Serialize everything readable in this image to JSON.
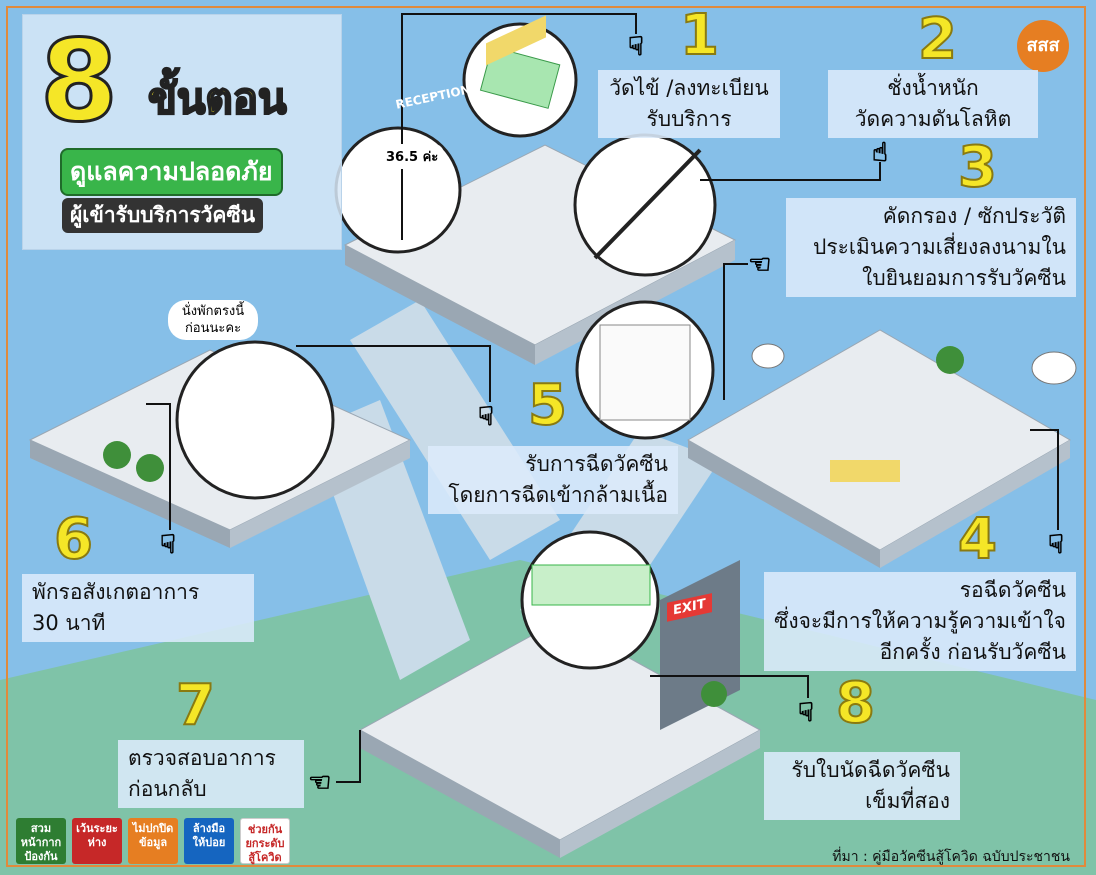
{
  "title": {
    "number": "8",
    "main": "ขั้นตอน",
    "sub1": "ดูแลความปลอดภัย",
    "sub2": "ผู้เข้ารับบริการวัคซีน"
  },
  "logo": "สสส",
  "steps": [
    {
      "num": "1",
      "lines": [
        "วัดไข้ /ลงทะเบียน",
        "รับบริการ"
      ]
    },
    {
      "num": "2",
      "lines": [
        "ชั่งน้ำหนัก",
        "วัดความดันโลหิต"
      ]
    },
    {
      "num": "3",
      "lines": [
        "คัดกรอง / ซักประวัติ",
        "ประเมินความเสี่ยงลงนามใน",
        "ใบยินยอมการรับวัคซีน"
      ]
    },
    {
      "num": "4",
      "lines": [
        "รอฉีดวัคซีน",
        "ซึ่งจะมีการให้ความรู้ความเข้าใจ",
        "อีกครั้ง ก่อนรับวัคซีน"
      ]
    },
    {
      "num": "5",
      "lines": [
        "รับการฉีดวัคซีน",
        "โดยการฉีดเข้ากล้ามเนื้อ"
      ]
    },
    {
      "num": "6",
      "lines": [
        "พักรอสังเกตอาการ",
        "30 นาที"
      ]
    },
    {
      "num": "7",
      "lines": [
        "ตรวจสอบอาการ",
        "ก่อนกลับ"
      ]
    },
    {
      "num": "8",
      "lines": [
        "รับใบนัดฉีดวัคซีน",
        "เข็มที่สอง"
      ]
    }
  ],
  "scene": {
    "temperature": "36.5 ค่ะ",
    "rest_bubble": [
      "นั่งพักตรงนี้",
      "ก่อนนะคะ"
    ],
    "exit": "EXIT",
    "reception": "RECEPTION"
  },
  "badges": [
    {
      "lines": [
        "สวม",
        "หน้ากาก",
        "ป้องกัน"
      ],
      "color": "#2e7d32"
    },
    {
      "lines": [
        "เว้นระยะ",
        "ห่าง"
      ],
      "color": "#c62828"
    },
    {
      "lines": [
        "ไม่ปกปิด",
        "ข้อมูล"
      ],
      "color": "#e67e22"
    },
    {
      "lines": [
        "ล้างมือ",
        "ให้บ่อย"
      ],
      "color": "#1565c0"
    },
    {
      "lines": [
        "ช่วยกัน",
        "ยกระดับ",
        "สู้โควิด"
      ],
      "color": "#ffffff"
    }
  ],
  "source": "ที่มา  : คู่มือวัคซีนสู้โควิด ฉบับประชาชน"
}
